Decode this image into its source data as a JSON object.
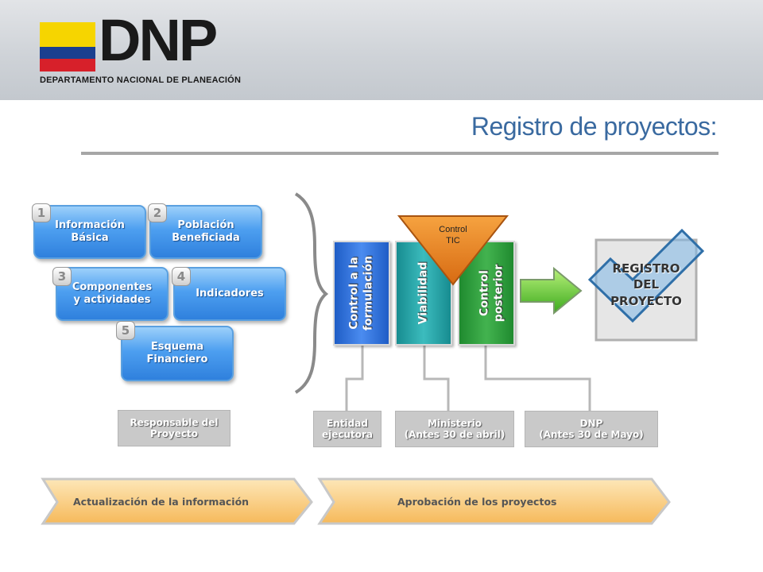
{
  "header": {
    "logo": "DNP",
    "logo_subtitle": "DEPARTAMENTO NACIONAL DE PLANEACIÓN",
    "flag_colors": [
      "#f6d500",
      "#1b3f8f",
      "#d7202a"
    ]
  },
  "page_title": "Registro de proyectos:",
  "components": [
    {
      "number": "1",
      "label": "Información\nBásica"
    },
    {
      "number": "2",
      "label": "Población\nBeneficiada"
    },
    {
      "number": "3",
      "label": "Componentes\ny actividades"
    },
    {
      "number": "4",
      "label": "Indicadores"
    },
    {
      "number": "5",
      "label": "Esquema\nFinanciero"
    }
  ],
  "controls": [
    {
      "label": "Control a la\nformulación",
      "color": "#2d6fd6"
    },
    {
      "label": "Viabilidad",
      "color": "#2aa3a6"
    },
    {
      "label": "Control\nposterior",
      "color": "#2f9a3c"
    }
  ],
  "control_tic": "Control\nTIC",
  "result": "REGISTRO\nDEL\nPROYECTO",
  "responsibles": [
    "Responsable del\nProyecto",
    "Entidad\nejecutora",
    "Ministerio\n(Antes 30 de abril)",
    "DNP\n(Antes 30 de Mayo)"
  ],
  "phases": [
    "Actualización de la información",
    "Aprobación de los proyectos"
  ],
  "colors": {
    "title": "#3a6aa0",
    "component_blue": "#4d9ff0",
    "phase_orange": "#f7c77a",
    "tic_orange": "#e8801f"
  }
}
